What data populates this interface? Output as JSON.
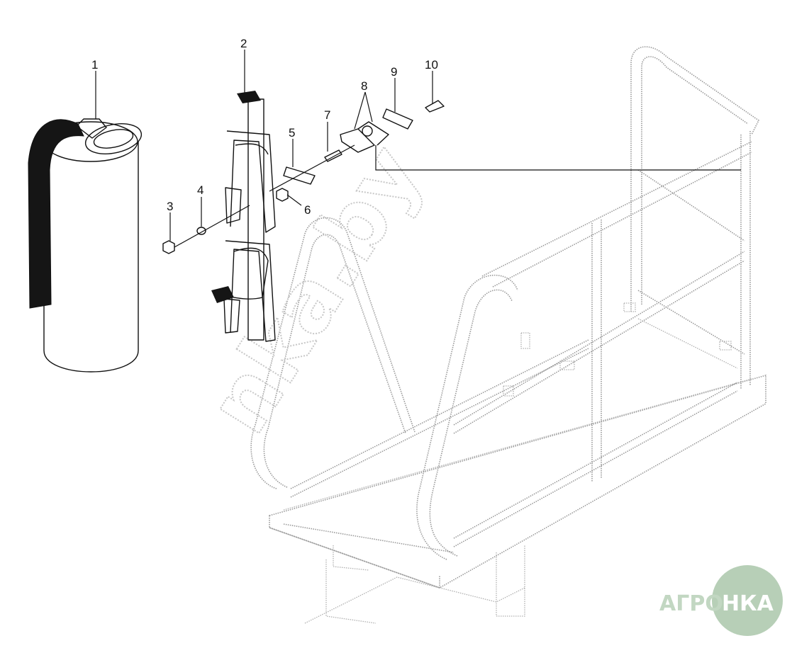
{
  "callouts": [
    {
      "id": "1",
      "label": "1"
    },
    {
      "id": "2",
      "label": "2"
    },
    {
      "id": "3",
      "label": "3"
    },
    {
      "id": "4",
      "label": "4"
    },
    {
      "id": "5",
      "label": "5"
    },
    {
      "id": "6",
      "label": "6"
    },
    {
      "id": "7",
      "label": "7"
    },
    {
      "id": "8",
      "label": "8"
    },
    {
      "id": "9",
      "label": "9"
    },
    {
      "id": "10",
      "label": "10"
    }
  ],
  "watermark": {
    "text": "nka.by"
  },
  "logo": {
    "left_text": "АГРО",
    "right_text": "НКА",
    "color": "#7fae7f"
  },
  "colors": {
    "line": "#111111",
    "ghost": "#9a9a9a",
    "hose": "#151515"
  }
}
